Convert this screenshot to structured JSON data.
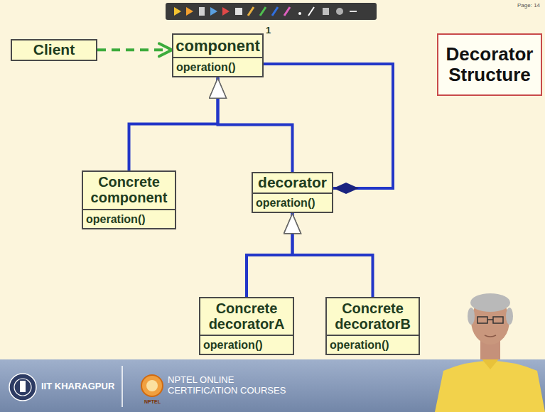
{
  "diagram": {
    "title": "Decorator Structure",
    "nodes": [
      {
        "text": [
          "Client"
        ]
      },
      {
        "text": [
          "component",
          "operation()"
        ]
      },
      {
        "text": [
          "Concrete component",
          "operation()"
        ]
      },
      {
        "text": [
          "decorator",
          "operation()"
        ]
      },
      {
        "text": [
          "Concrete decoratorA",
          "operation()"
        ]
      },
      {
        "text": [
          "Concrete decoratorB",
          "operation()"
        ]
      }
    ],
    "edges": [
      {
        "from": 0,
        "to": 1,
        "arrow": "to"
      },
      {
        "from": 2,
        "to": 1,
        "arrow": "to"
      },
      {
        "from": 3,
        "to": 1,
        "arrow": "to"
      },
      {
        "from": 1,
        "to": 3,
        "arrow": "to"
      },
      {
        "from": 4,
        "to": 3,
        "arrow": "to"
      },
      {
        "from": 5,
        "to": 3,
        "arrow": "to"
      }
    ],
    "labels": [
      "1",
      "Page: 14",
      "IIT KHARAGPUR",
      "NPTEL ONLINE CERTIFICATION COURSES",
      "NPTEL"
    ]
  }
}
